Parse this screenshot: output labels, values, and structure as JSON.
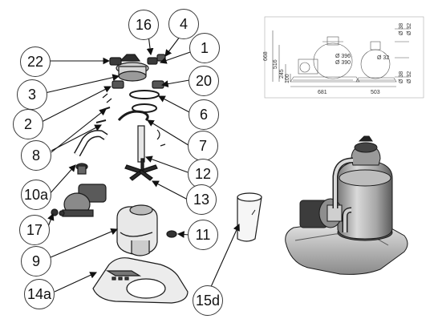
{
  "callouts": {
    "c16": "16",
    "c4": "4",
    "c1": "1",
    "c22": "22",
    "c20": "20",
    "c3": "3",
    "c2": "2",
    "c6": "6",
    "c8": "8",
    "c7": "7",
    "c12": "12",
    "c10a": "10a",
    "c13": "13",
    "c17": "17",
    "c11": "11",
    "c9": "9",
    "c14a": "14a",
    "c15d": "15d"
  },
  "dimensions": {
    "overall_height": "668",
    "d516": "516",
    "d245": "245",
    "d100": "100",
    "width_681": "681",
    "width_503": "503",
    "tank_396": "Ø 396",
    "tank_390": "Ø 390",
    "port_38a": "Ø 38",
    "port_32a": "Ø 32",
    "port_38b": "Ø 38",
    "port_32b": "Ø 32",
    "port_32c": "Ø 32"
  },
  "colors": {
    "line": "#1a1a1a",
    "grey_fill": "#cfcfcf",
    "dark_fill": "#4a4a4a"
  }
}
